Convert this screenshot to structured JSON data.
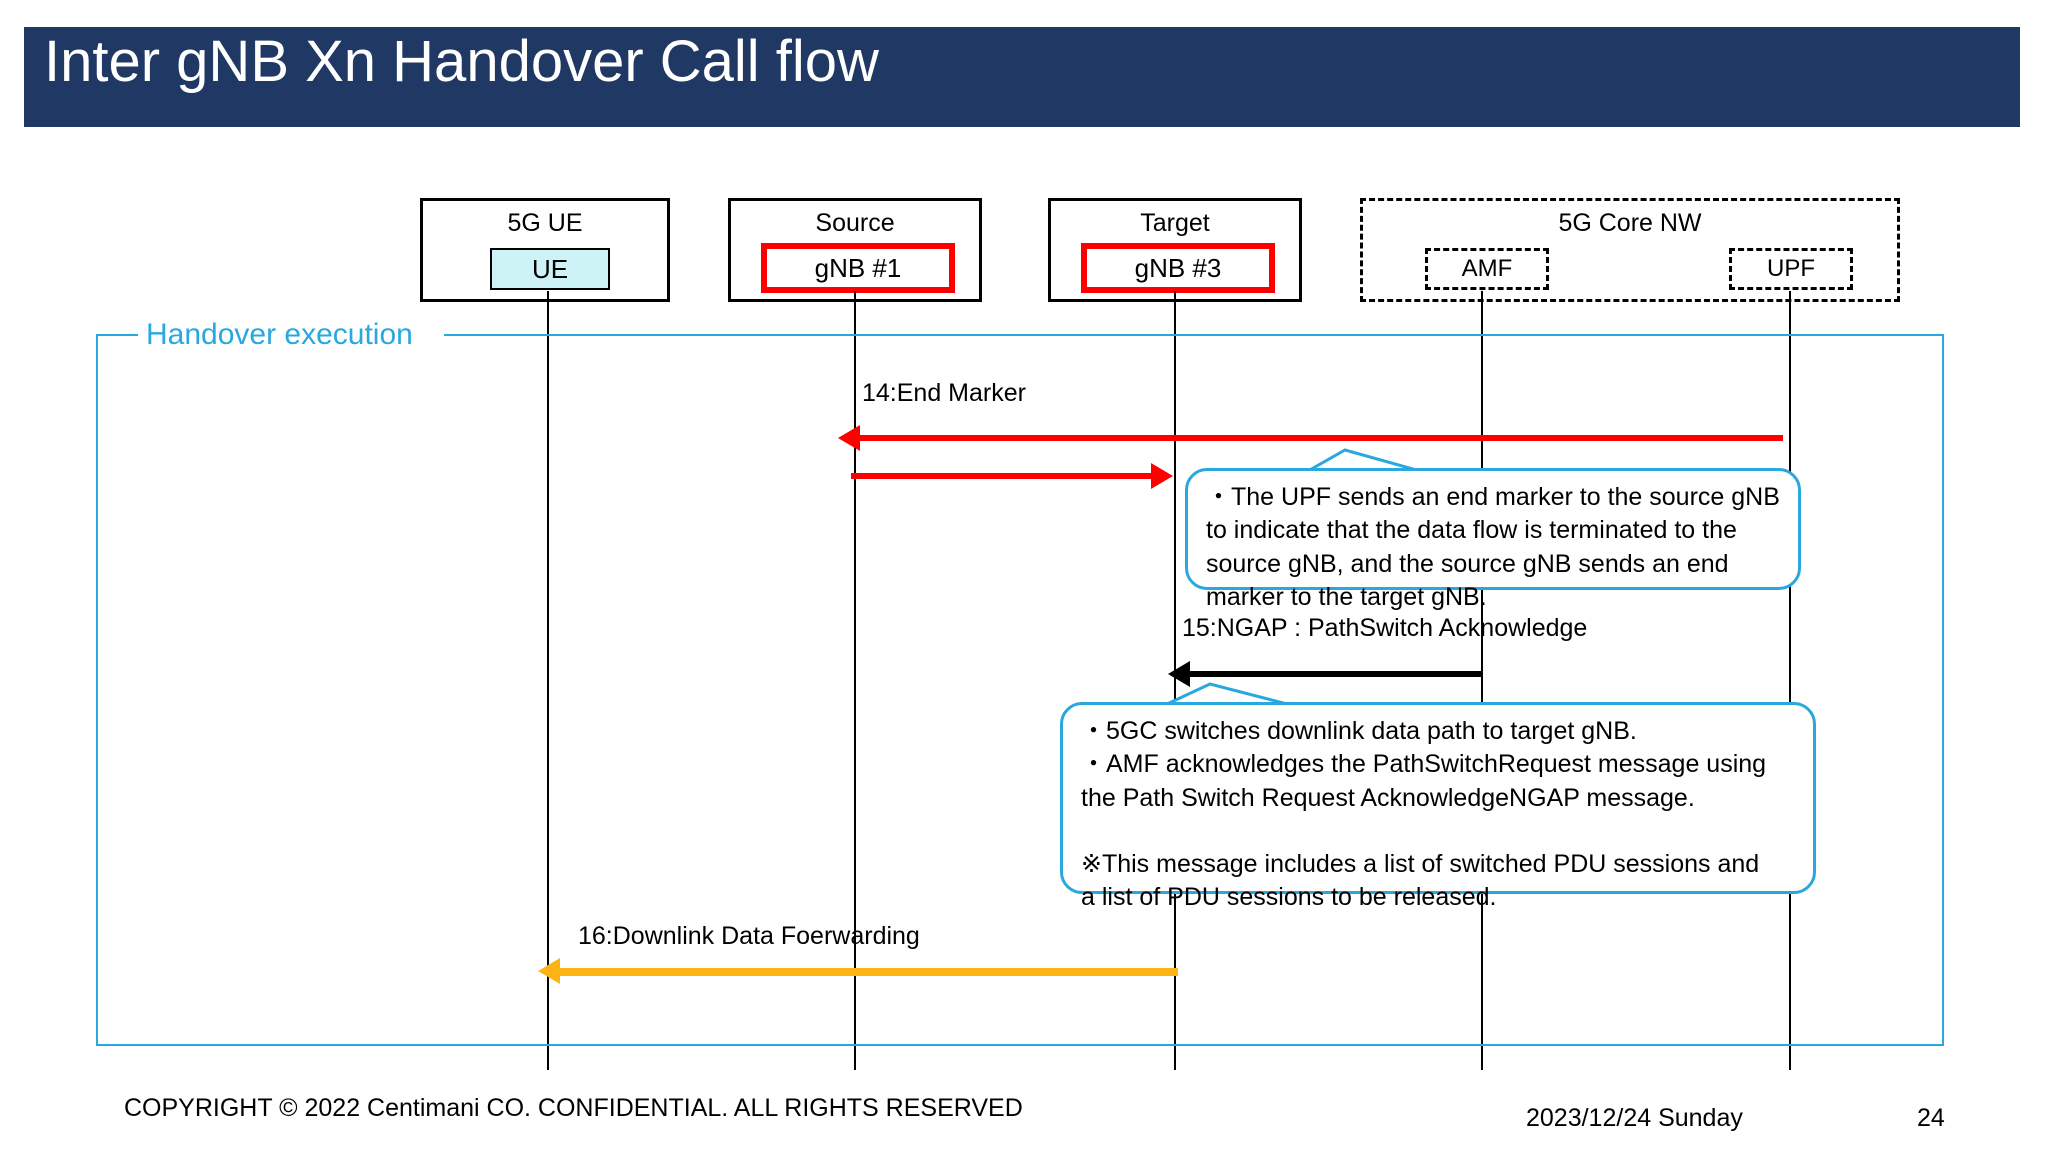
{
  "slide": {
    "title": "Inter gNB Xn Handover Call flow",
    "title_bar_color": "#1f3864"
  },
  "participants": [
    {
      "id": "ue",
      "header": "5G  UE",
      "inner_label": "UE",
      "inner_style": "cyan-fill",
      "inner_fill": "#cdf3f7"
    },
    {
      "id": "source-gnb",
      "header": "Source",
      "inner_label": "gNB #1",
      "inner_style": "red-border",
      "inner_border": "#ff0000"
    },
    {
      "id": "target-gnb",
      "header": "Target",
      "inner_label": "gNB #3",
      "inner_style": "red-border",
      "inner_border": "#ff0000"
    }
  ],
  "core_group": {
    "header": "5G Core NW",
    "nodes": [
      {
        "id": "amf",
        "label": "AMF"
      },
      {
        "id": "upf",
        "label": "UPF"
      }
    ]
  },
  "phase": {
    "label": "Handover execution",
    "color": "#29a8e0"
  },
  "messages": [
    {
      "id": "msg-14",
      "label": "14:End Marker",
      "color": "#ff0000",
      "from": "upf",
      "to": "source-gnb",
      "direction": "left"
    },
    {
      "id": "msg-14b",
      "label": "",
      "color": "#ff0000",
      "from": "source-gnb",
      "to": "target-gnb",
      "direction": "right"
    },
    {
      "id": "msg-15",
      "label": "15:NGAP : PathSwitch Acknowledge",
      "color": "#000000",
      "from": "amf",
      "to": "target-gnb",
      "direction": "left"
    },
    {
      "id": "msg-16",
      "label": "16:Downlink Data Foerwarding",
      "color": "#fcb415",
      "from": "target-gnb",
      "to": "ue",
      "direction": "left"
    }
  ],
  "callouts": [
    {
      "id": "callout-end-marker",
      "text": "・The UPF sends an end marker to the source gNB\n  to indicate that the data flow is terminated to the\n  source gNB, and the source gNB sends an end\n  marker to the target gNB.",
      "border_color": "#29a8e0"
    },
    {
      "id": "callout-path-switch",
      "text": "・5GC switches downlink data path to target gNB.\n・AMF acknowledges the PathSwitchRequest message using\n  the Path Switch Request AcknowledgeNGAP message.\n\n※This message includes a list of switched PDU sessions and\n   a list of PDU sessions to be released.",
      "border_color": "#29a8e0"
    }
  ],
  "footer": {
    "copyright": "COPYRIGHT © 2022 Centimani CO. CONFIDENTIAL. ALL RIGHTS RESERVED",
    "date": "2023/12/24 Sunday",
    "page_number": "24"
  }
}
